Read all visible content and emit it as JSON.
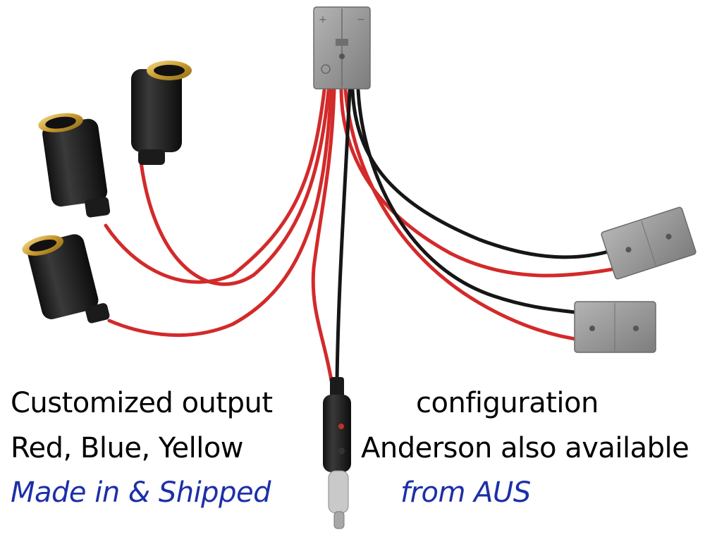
{
  "product_photo": {
    "description_icon": "anderson-split-cable-icon"
  },
  "caption": {
    "line1_left": "Customized output",
    "line1_right": "configuration",
    "line2_left": "Red, Blue, Yellow",
    "line2_right": "Anderson also available",
    "line3_left": "Made in & Shipped",
    "line3_right": "from AUS"
  },
  "colors": {
    "text_black": "#000000",
    "text_blue": "#1c2fa8",
    "wire_red": "#d32a2a",
    "wire_black": "#1a1a1a",
    "connector_grey": "#9a9a9a",
    "socket_gold": "#d9b24a"
  }
}
